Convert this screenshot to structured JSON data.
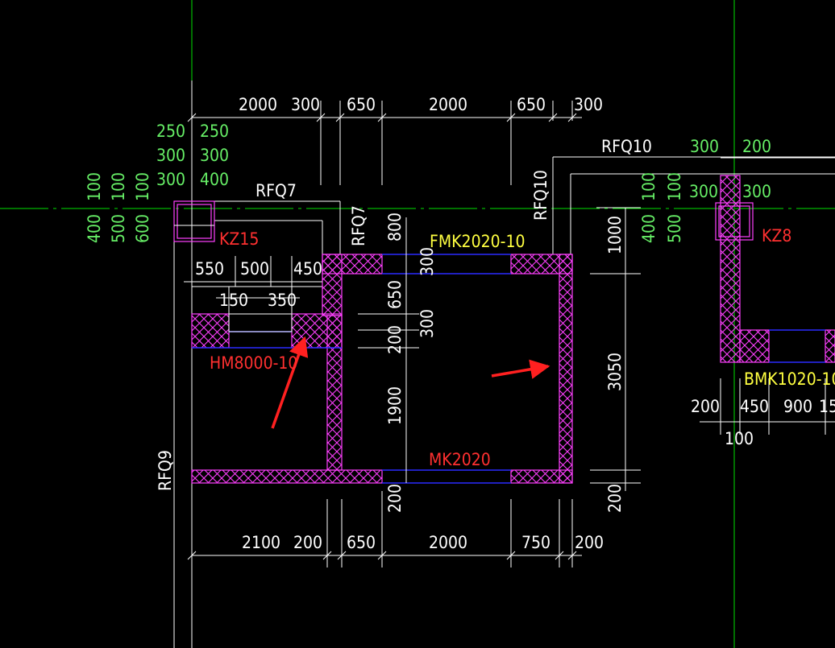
{
  "colors": {
    "background": "#000000",
    "axis": "#00e000",
    "wall_hatch": "#ff40ff",
    "opening": "#2a2aff",
    "dimension": "#ffffff",
    "component_label": "#ff3030",
    "door_label": "#ffff40",
    "arrow": "#ff2020"
  },
  "dims": {
    "top": [
      "2000",
      "300",
      "650",
      "2000",
      "650",
      "300"
    ],
    "bottom": [
      "2100",
      "200",
      "650",
      "2000",
      "750",
      "200"
    ],
    "left_col_a": [
      "250",
      "300",
      "300"
    ],
    "left_col_b": [
      "250",
      "300",
      "400"
    ],
    "left_vert_a": [
      "100",
      "400"
    ],
    "left_vert_b": [
      "100",
      "500"
    ],
    "left_vert_c": [
      "100",
      "600"
    ],
    "inner_top": [
      "550",
      "500",
      "450"
    ],
    "inner_mid": [
      "150",
      "350"
    ],
    "inner_vert": [
      "800",
      "300",
      "650",
      "300",
      "200",
      "1900",
      "200"
    ],
    "right_vert": [
      "1000",
      "3050",
      "200"
    ],
    "right_top": [
      "300",
      "200"
    ],
    "right_vert_green": [
      "100",
      "400",
      "100",
      "500"
    ],
    "right_300_a": "300",
    "right_300_b": "300",
    "right_bottom": [
      "200",
      "450",
      "900",
      "15"
    ],
    "right_bottom_small": "100"
  },
  "labels": {
    "rfq7_horizontal": "RFQ7",
    "rfq7_vertical": "RFQ7",
    "rfq9": "RFQ9",
    "rfq10_vertical": "RFQ10",
    "rfq10_horizontal": "RFQ10",
    "kz15": "KZ15",
    "kz8": "KZ8",
    "hm8000": "HM8000-10",
    "fmk2020": "FMK2020-10",
    "mk2020": "MK2020",
    "bmk1020": "BMK1020-10"
  }
}
